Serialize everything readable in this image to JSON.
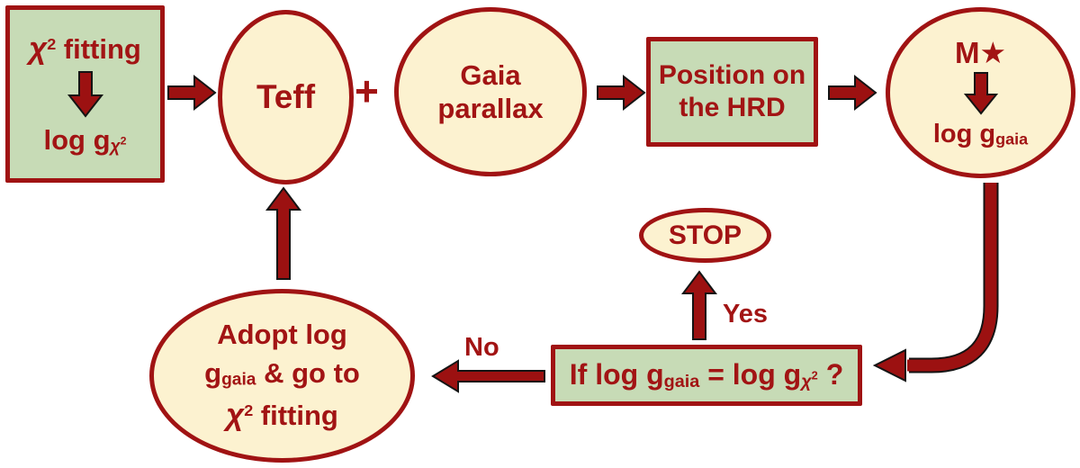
{
  "colors": {
    "text_red": "#A21414",
    "border_red": "#A01313",
    "arrow_red": "#9C1111",
    "outline_black": "#141414",
    "box_green": "#C7DBB6",
    "ellipse_cream": "#FCF2D0",
    "background": "#FFFFFF"
  },
  "nodes": {
    "chi2_box": {
      "chi": "χ",
      "chi_sup": "2",
      "fitting": " fitting",
      "log_g": "log g",
      "sub_chi": "χ",
      "sub_chi_sup": "2"
    },
    "teff": {
      "label": "Teff"
    },
    "plus": {
      "label": "+"
    },
    "gaia": {
      "line1": "Gaia",
      "line2": "parallax"
    },
    "hrd": {
      "line1": "Position on",
      "line2": "the HRD"
    },
    "mstar": {
      "m": "M",
      "star": "★",
      "log_g": "log g",
      "sub": "gaia"
    },
    "decision": {
      "p1": "If log g",
      "sub1": "gaia",
      "p2": " = log g",
      "sub2": "χ",
      "sub2_sup": "2",
      "p3": " ?"
    },
    "stop": {
      "label": "STOP"
    },
    "adopt": {
      "line1": "Adopt log",
      "g": "g",
      "sub": "gaia",
      "rest": " & go to",
      "chi": "χ",
      "chi_sup": "2",
      "fitting": " fitting"
    }
  },
  "edges": {
    "yes": "Yes",
    "no": "No"
  }
}
